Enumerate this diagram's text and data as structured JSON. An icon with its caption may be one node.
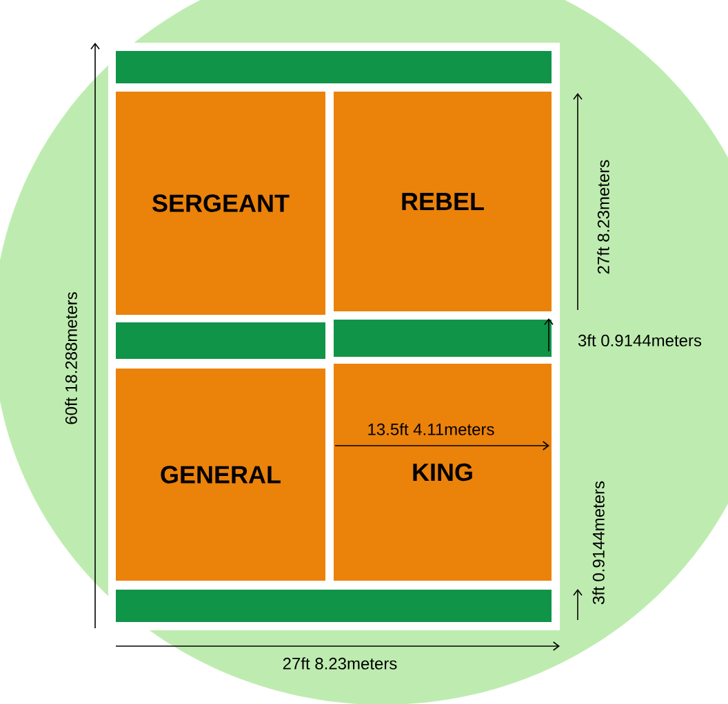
{
  "diagram": {
    "nodes": [
      {
        "text": [],
        "shape": "bar"
      },
      {
        "text": [
          "SERGEANT"
        ]
      },
      {
        "text": [
          "REBEL"
        ]
      },
      {
        "text": [],
        "shape": "bar"
      },
      {
        "text": [],
        "shape": "bar"
      },
      {
        "text": [
          "GENERAL"
        ]
      },
      {
        "text": [
          "KING"
        ]
      },
      {
        "text": [],
        "shape": "bar"
      }
    ],
    "labels": [
      "27ft 8.23meters",
      "60ft 18.288meters",
      "3ft 0.9144meters",
      "13.5ft 4.11meters",
      "3ft 0.9144meters",
      "27ft 8.23meters"
    ]
  }
}
